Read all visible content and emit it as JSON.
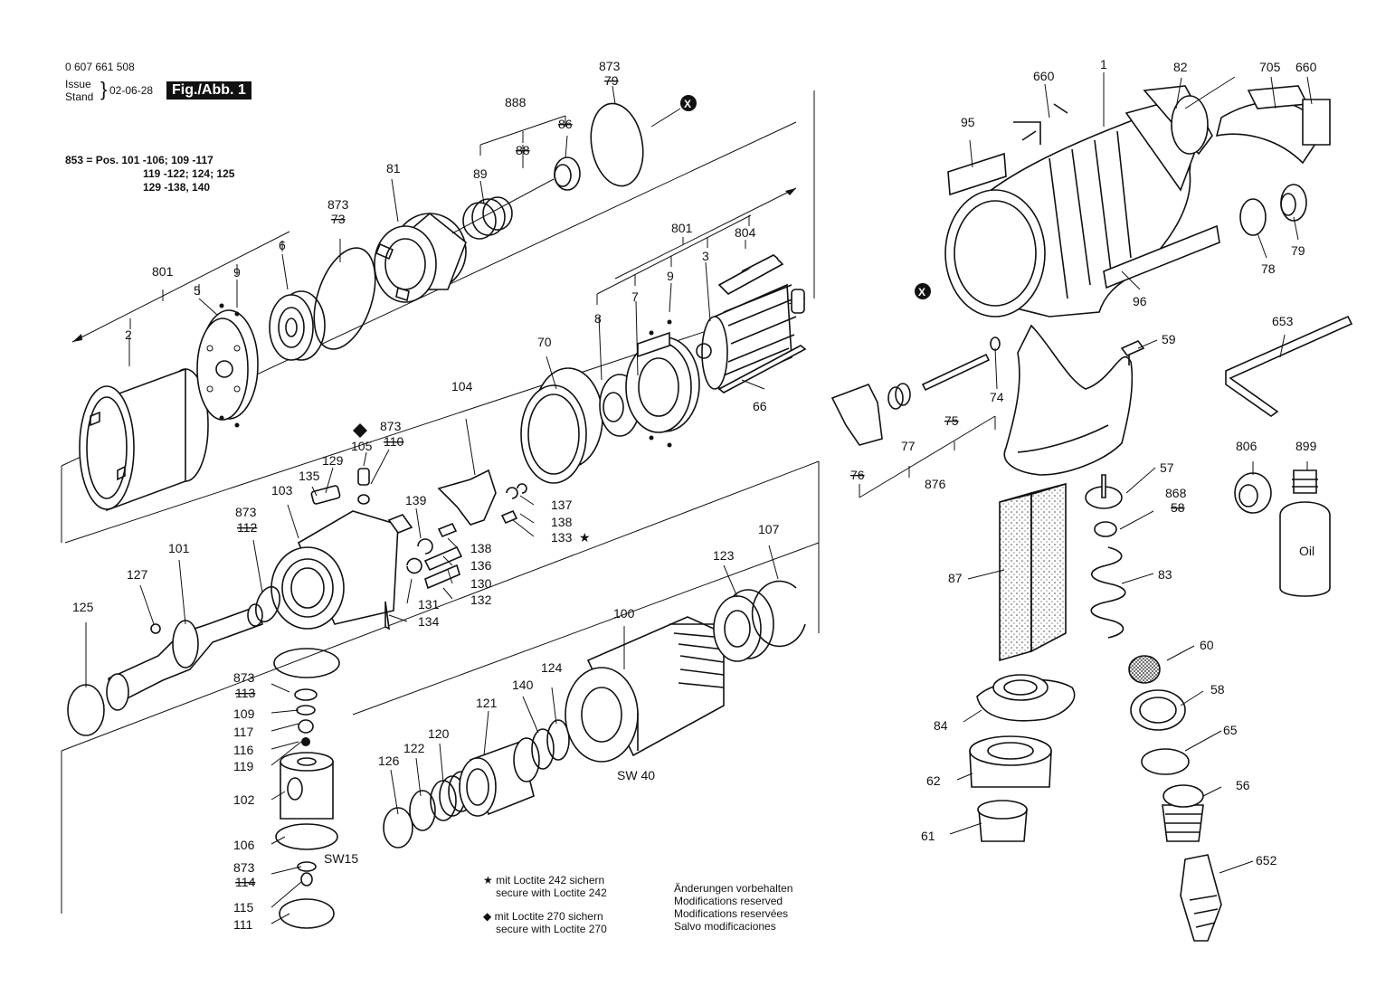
{
  "header": {
    "part_number": "0 607 661 508",
    "issue_label": "Issue",
    "stand_label": "Stand",
    "date": "02-06-28",
    "figure_tag": "Fig./Abb. 1"
  },
  "kit_note": {
    "line1": "853  = Pos. 101 -106; 109 -117",
    "line2": "119 -122; 124; 125",
    "line3": "129 -138, 140"
  },
  "callouts": {
    "c801a": "801",
    "c2": "2",
    "c5": "5",
    "c9a": "9",
    "c6": "6",
    "c873a": "873",
    "c73a": "73",
    "c81": "81",
    "c89": "89",
    "c888": "888",
    "c88": "88",
    "c86": "86",
    "c873b": "873",
    "c79a": "79",
    "cX1": "X",
    "c801b": "801",
    "c804": "804",
    "c8": "8",
    "c7": "7",
    "c9b": "9",
    "c3": "3",
    "c70": "70",
    "c66": "66",
    "c104": "104",
    "c105": "105",
    "c873c": "873",
    "c110": "110",
    "c129": "129",
    "c135": "135",
    "c103": "103",
    "c139": "139",
    "c137": "137",
    "c138a": "138",
    "c133": "133",
    "c138b": "138",
    "c136": "136",
    "c130": "130",
    "c131": "131",
    "c132": "132",
    "c134": "134",
    "c873d": "873",
    "c112": "112",
    "c101": "101",
    "c127": "127",
    "c125": "125",
    "c873e": "873",
    "c113": "113",
    "c109": "109",
    "c117": "117",
    "c116": "116",
    "c119": "119",
    "c102": "102",
    "c106": "106",
    "cSW15": "SW15",
    "c873f": "873",
    "c114": "114",
    "c115": "115",
    "c111": "111",
    "c126": "126",
    "c122": "122",
    "c120": "120",
    "c121": "121",
    "c140": "140",
    "c124": "124",
    "c100": "100",
    "cSW40": "SW 40",
    "c123": "123",
    "c107": "107",
    "c660a": "660",
    "c1": "1",
    "c82": "82",
    "c705": "705",
    "c660b": "660",
    "c95": "95",
    "cX2": "X",
    "c78": "78",
    "c79b": "79",
    "c96": "96",
    "c653": "653",
    "c59": "59",
    "c74": "74",
    "c75": "75",
    "c76": "76",
    "c77": "77",
    "c876": "876",
    "c57": "57",
    "c868": "868",
    "c58a": "58",
    "c83": "83",
    "c87": "87",
    "c60": "60",
    "c58b": "58",
    "c84": "84",
    "c65": "65",
    "c62": "62",
    "c56": "56",
    "c61": "61",
    "c652": "652",
    "c806": "806",
    "c899": "899",
    "cOil": "Oil"
  },
  "notes": {
    "loctite242_de": "mit Loctite 242 sichern",
    "loctite242_en": "secure with Loctite 242",
    "loctite270_de": "mit Loctite 270 sichern",
    "loctite270_en": "secure with Loctite 270",
    "mod_de": "Änderungen vorbehalten",
    "mod_en": "Modifications reserved",
    "mod_fr": "Modifications reservées",
    "mod_es": "Salvo modificaciones",
    "star_symbol": "★",
    "diamond_symbol": "◆"
  }
}
